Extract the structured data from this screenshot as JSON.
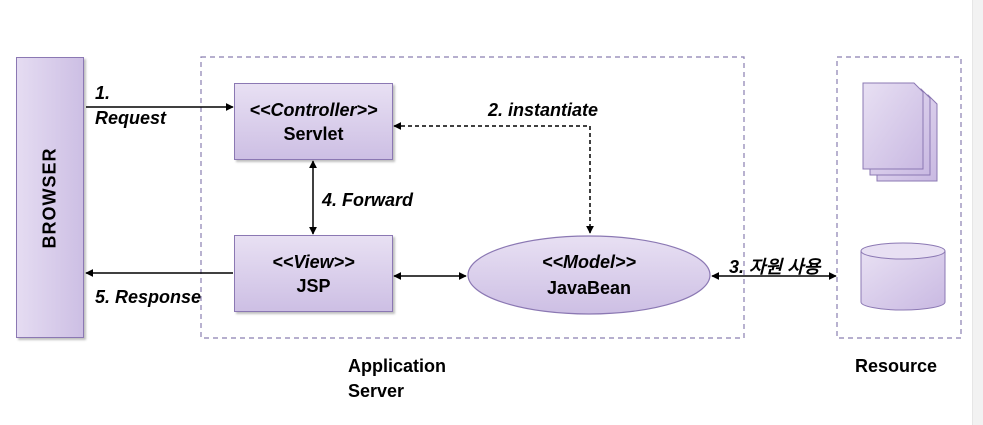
{
  "browser": {
    "label": "BROWSER"
  },
  "controller": {
    "stereotype": "<<Controller>>",
    "name": "Servlet"
  },
  "view": {
    "stereotype": "<<View>>",
    "name": "JSP"
  },
  "model": {
    "stereotype": "<<Model>>",
    "name": "JavaBean"
  },
  "arrows": {
    "request_number": "1.",
    "request": "Request",
    "instantiate": "2. instantiate",
    "resource_use": "3. 자원 사용",
    "forward": "4. Forward",
    "response": "5. Response"
  },
  "regions": {
    "app_server_line1": "Application",
    "app_server_line2": "Server",
    "resource": "Resource"
  },
  "colors": {
    "box_fill_light": "#e8e0f3",
    "box_fill_dark": "#cdbfe4",
    "box_border": "#8b78b3",
    "dashed_border": "#8a7fb0"
  }
}
